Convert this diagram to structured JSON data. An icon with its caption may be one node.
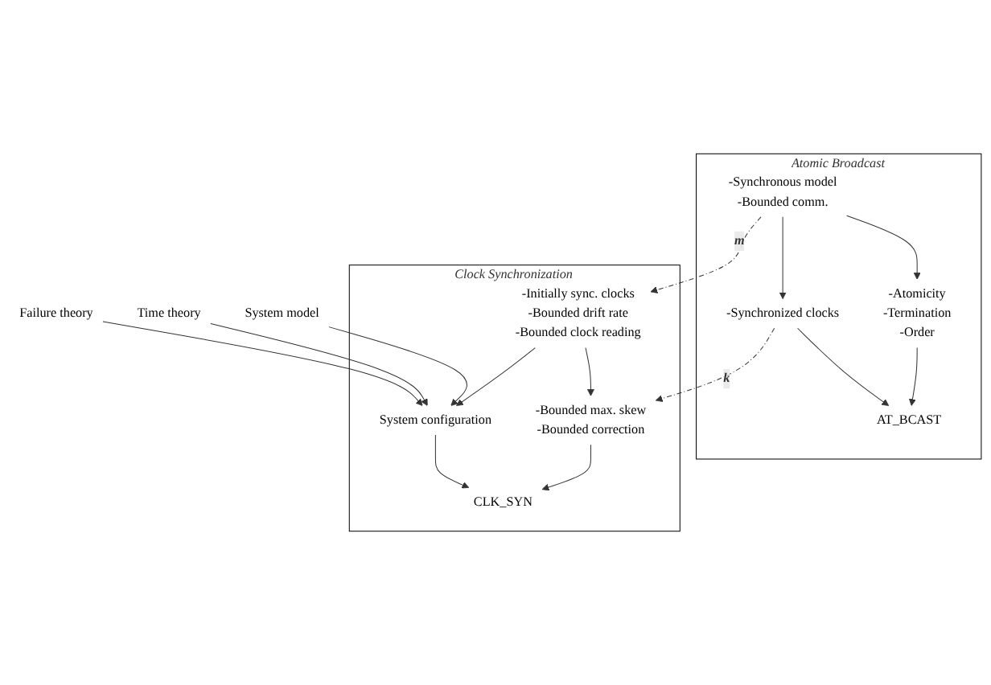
{
  "diagram": {
    "nodes": [
      {
        "text": [
          "Atomic Broadcast"
        ]
      },
      {
        "text": [
          "-Synchronous model",
          "-Bounded comm."
        ],
        "in": 0
      },
      {
        "text": [
          "-Atomicity",
          "-Termination",
          "-Order"
        ],
        "in": 0
      },
      {
        "text": [
          "-Synchronized clocks"
        ],
        "in": 0
      },
      {
        "text": [
          "AT_BCAST"
        ],
        "in": 0
      },
      {
        "text": [
          "Clock Synchronization"
        ]
      },
      {
        "text": [
          "-Initially sync. clocks",
          "-Bounded drift rate",
          "-Bounded clock reading"
        ],
        "in": 5
      },
      {
        "text": [
          "-Bounded max. skew",
          "-Bounded correction"
        ],
        "in": 5
      },
      {
        "text": [
          "System configuration"
        ],
        "in": 5
      },
      {
        "text": [
          "CLK_SYN"
        ],
        "in": 5
      },
      {
        "text": [
          "System model"
        ]
      },
      {
        "text": [
          "Time theory"
        ]
      },
      {
        "text": [
          "Failure theory"
        ]
      }
    ],
    "edges": [
      {
        "from": 1,
        "to": 2,
        "arrow": "to"
      },
      {
        "from": 1,
        "to": 3,
        "arrow": "to"
      },
      {
        "from": 2,
        "to": 4,
        "arrow": "to"
      },
      {
        "from": 3,
        "to": 4,
        "arrow": "to"
      },
      {
        "from": 1,
        "to": 6,
        "arrow": "to",
        "label": "m",
        "style": "dashed"
      },
      {
        "from": 3,
        "to": 7,
        "arrow": "to",
        "label": "k",
        "style": "dashed"
      },
      {
        "from": 6,
        "to": 7,
        "arrow": "to"
      },
      {
        "from": 6,
        "to": 8,
        "arrow": "to"
      },
      {
        "from": 7,
        "to": 9,
        "arrow": "to"
      },
      {
        "from": 8,
        "to": 9,
        "arrow": "to"
      },
      {
        "from": 10,
        "to": 8,
        "arrow": "to"
      },
      {
        "from": 11,
        "to": 8,
        "arrow": "to"
      },
      {
        "from": 12,
        "to": 8,
        "arrow": "to"
      }
    ]
  }
}
